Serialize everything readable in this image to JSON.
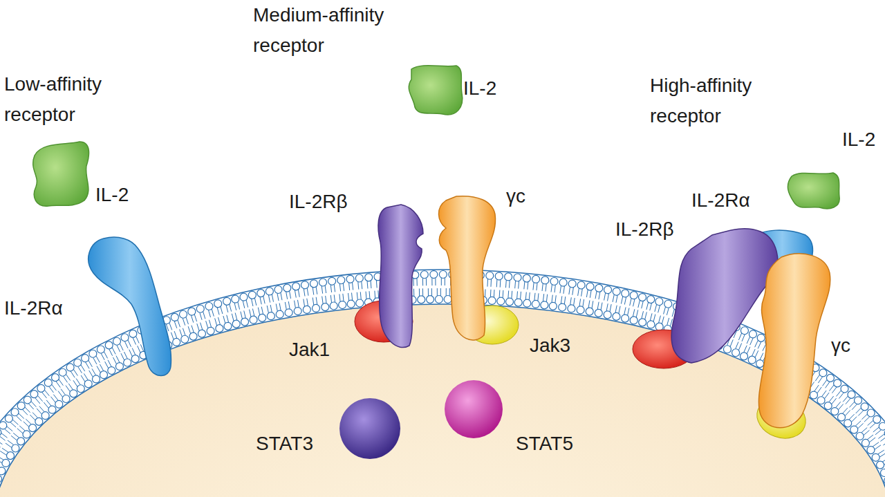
{
  "diagram": {
    "labels": [
      "Low-affinity receptor",
      "IL-2",
      "IL-2Rα",
      "Medium-affinity receptor",
      "IL-2",
      "IL-2Rβ",
      "γc",
      "Jak1",
      "Jak3",
      "STAT3",
      "STAT5",
      "High-affinity receptor",
      "IL-2",
      "IL-2Rα",
      "IL-2Rβ",
      "γc"
    ]
  }
}
